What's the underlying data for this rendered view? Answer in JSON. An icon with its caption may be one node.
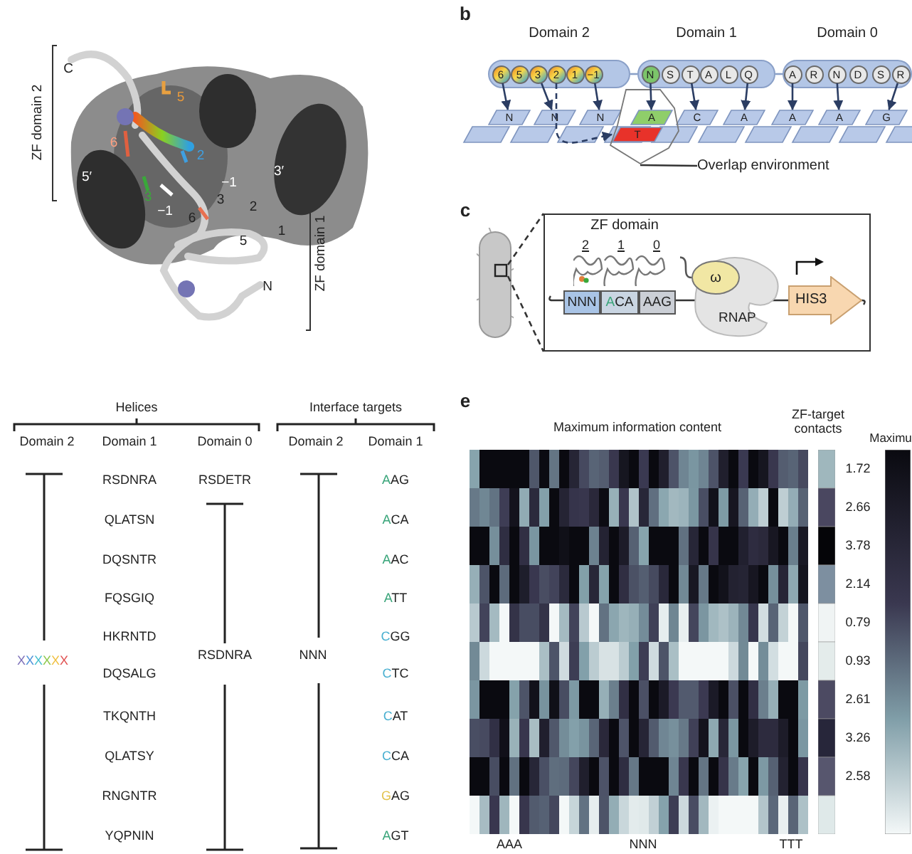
{
  "diagram": {
    "nodes": [
      {
        "text": [
          "Domain 2"
        ]
      },
      {
        "text": [
          "6"
        ],
        "in": 0
      },
      {
        "text": [
          "5"
        ],
        "in": 0
      },
      {
        "text": [
          "3"
        ],
        "in": 0
      },
      {
        "text": [
          "2"
        ],
        "in": 0
      },
      {
        "text": [
          "1"
        ],
        "in": 0
      },
      {
        "text": [
          "−1"
        ],
        "in": 0
      },
      {
        "text": [
          "Domain 1"
        ]
      },
      {
        "text": [
          "N"
        ],
        "in": 7
      },
      {
        "text": [
          "S"
        ],
        "in": 7
      },
      {
        "text": [
          "T"
        ],
        "in": 7
      },
      {
        "text": [
          "A"
        ],
        "in": 7
      },
      {
        "text": [
          "L"
        ],
        "in": 7
      },
      {
        "text": [
          "Q"
        ],
        "in": 7
      },
      {
        "text": [
          "Domain 0"
        ]
      },
      {
        "text": [
          "A"
        ],
        "in": 14
      },
      {
        "text": [
          "R"
        ],
        "in": 14
      },
      {
        "text": [
          "N"
        ],
        "in": 14
      },
      {
        "text": [
          "D"
        ],
        "in": 14
      },
      {
        "text": [
          "S"
        ],
        "in": 14
      },
      {
        "text": [
          "R"
        ],
        "in": 14
      },
      {
        "text": [
          "N"
        ]
      },
      {
        "text": [
          "N"
        ]
      },
      {
        "text": [
          "N"
        ]
      },
      {
        "text": [
          "A"
        ],
        "in": 32
      },
      {
        "text": [
          "C"
        ]
      },
      {
        "text": [
          "A"
        ]
      },
      {
        "text": [
          "A"
        ]
      },
      {
        "text": [
          "A"
        ]
      },
      {
        "text": [
          "G"
        ]
      },
      {
        "text": [
          "T"
        ],
        "in": 32
      },
      {
        "text": [
          "Overlap environment"
        ]
      },
      {
        "text": [],
        "shape": "hexagon"
      },
      {
        "text": [],
        "shape": "picture"
      },
      {
        "text": [],
        "shape": "box"
      },
      {
        "text": [
          "ZF domain",
          "2",
          "1",
          "0"
        ],
        "in": 34
      },
      {
        "text": [
          "NNN"
        ],
        "in": 34
      },
      {
        "text": [
          "ACA"
        ],
        "in": 34
      },
      {
        "text": [
          "AAG"
        ],
        "in": 34
      },
      {
        "text": [
          "ω"
        ],
        "in": 40
      },
      {
        "text": [
          "RNAP"
        ],
        "in": 34
      },
      {
        "text": [
          "HIS3"
        ],
        "in": 34
      }
    ],
    "edges": [
      {
        "from": 1,
        "to": 21,
        "arrow": "to"
      },
      {
        "from": 3,
        "to": 22,
        "arrow": "to"
      },
      {
        "from": 6,
        "to": 23,
        "arrow": "to"
      },
      {
        "from": 4,
        "to": 30,
        "arrow": "to",
        "style": "dashed"
      },
      {
        "from": 8,
        "to": 24,
        "arrow": "to"
      },
      {
        "from": 10,
        "to": 25,
        "arrow": "to"
      },
      {
        "from": 13,
        "to": 26,
        "arrow": "to"
      },
      {
        "from": 15,
        "to": 27,
        "arrow": "to"
      },
      {
        "from": 17,
        "to": 28,
        "arrow": "to"
      },
      {
        "from": 20,
        "to": 29,
        "arrow": "to"
      },
      {
        "from": 0,
        "to": 7,
        "arrow": "none",
        "color": "#8aa0c8"
      },
      {
        "from": 7,
        "to": 14,
        "arrow": "none",
        "color": "#8aa0c8"
      },
      {
        "from": 31,
        "to": 32,
        "arrow": "none",
        "color": "#333333"
      },
      {
        "from": 33,
        "to": 34,
        "arrow": "none",
        "style": "dashed",
        "color": "#333333"
      },
      {
        "from": 35,
        "to": 39,
        "arrow": "none",
        "color": "#555555"
      }
    ],
    "labels": [
      "ZF domain 2",
      "C",
      "5",
      "6",
      "2",
      "5′",
      "3",
      "−1",
      "3′",
      "−1",
      "3",
      "2",
      "6",
      "5",
      "1",
      "N",
      "ZF domain 1",
      "b",
      "c",
      "Helices",
      "Interface targets",
      "Domain 2",
      "Domain 1",
      "Domain 0",
      "Domain 2",
      "Domain 1",
      "RSDNRA",
      "RSDETR",
      "AAG",
      "QLATSN",
      "ACA",
      "DQSNTR",
      "AAC",
      "FQSGIQ",
      "ATT",
      "HKRNTD",
      "CGG",
      "XXXXXX",
      "DQSALG",
      "RSDNRA",
      "NNN",
      "CTC",
      "TKQNTH",
      "CAT",
      "QLATSY",
      "CCA",
      "RNGNTR",
      "GAG",
      "YQPNIN",
      "AGT",
      "e",
      "Maximum information content",
      "ZF-target contacts",
      "Maximu",
      "1.72",
      "2.66",
      "3.78",
      "2.14",
      "0.79",
      "0.93",
      "2.61",
      "3.26",
      "2.58",
      "AAA",
      "NNN",
      "TTT"
    ]
  }
}
